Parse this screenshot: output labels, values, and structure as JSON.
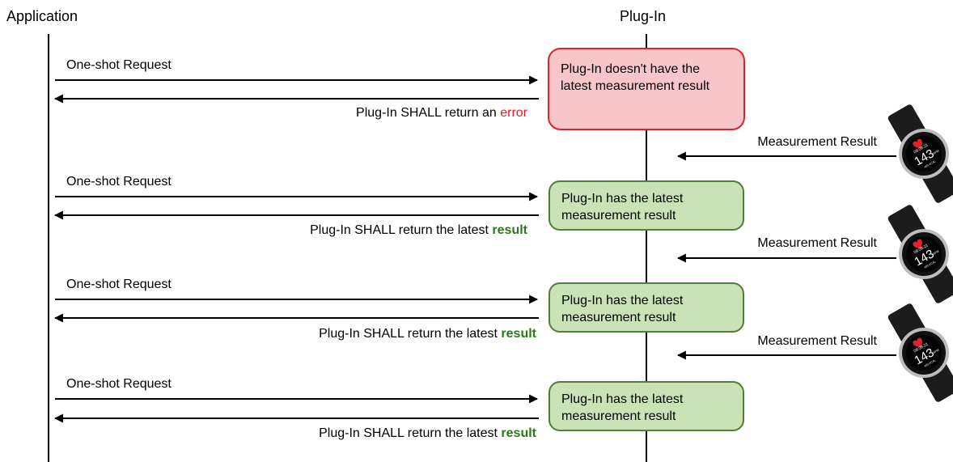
{
  "lanes": {
    "application": "Application",
    "plugin": "Plug-In"
  },
  "request_label": "One-shot Request",
  "measurement_label": "Measurement Result",
  "error_box": "Plug-In doesn't have the latest measurement result",
  "ok_box": "Plug-In has the latest measurement result",
  "error_reply": {
    "prefix": "Plug-In SHALL return an ",
    "highlight": "error"
  },
  "ok_reply": {
    "prefix": "Plug-In SHALL return the latest ",
    "highlight": "result"
  },
  "watch": {
    "time": "09:08:21",
    "value": "143",
    "unit": "BPM",
    "kcal": "403 KCAL"
  },
  "colors": {
    "error_fill": "#f8c6c8",
    "error_border": "#d22630",
    "ok_fill": "#c9e3b7",
    "ok_border": "#4f7d3a",
    "error_text": "#e31b23",
    "result_text": "#2a7a16"
  }
}
